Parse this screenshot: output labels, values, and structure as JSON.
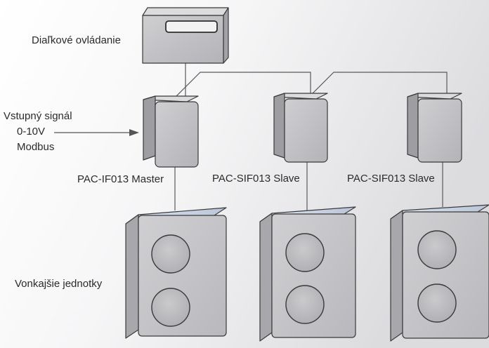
{
  "labels": {
    "remote": "Diaľkové ovládanie",
    "input_signal_line1": "Vstupný signál",
    "input_signal_line2": "0-10V",
    "input_signal_line3": "Modbus",
    "master": "PAC-IF013 Master",
    "slave1": "PAC-SIF013 Slave",
    "slave2": "PAC-SIF013 Slave",
    "outdoor_units": "Vonkajšie jednotky"
  },
  "colors": {
    "box_face": "#c3c2c5",
    "box_side": "#9e9da1",
    "box_top": "#dcdbdd",
    "box_stroke": "#3a3a3a",
    "connector_line": "#555555",
    "outdoor_top": "#c9d3e4",
    "background_light": "#ffffff",
    "background_gray": "#e4e4e6"
  }
}
